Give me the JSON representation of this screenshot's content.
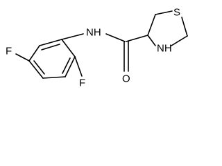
{
  "molecule": {
    "atoms": {
      "fluorine_top": "F",
      "fluorine_bottom": "F",
      "amide_nitrogen": "NH",
      "amide_oxygen": "O",
      "ring_sulfur": "S",
      "ring_nitrogen": "NH"
    }
  }
}
